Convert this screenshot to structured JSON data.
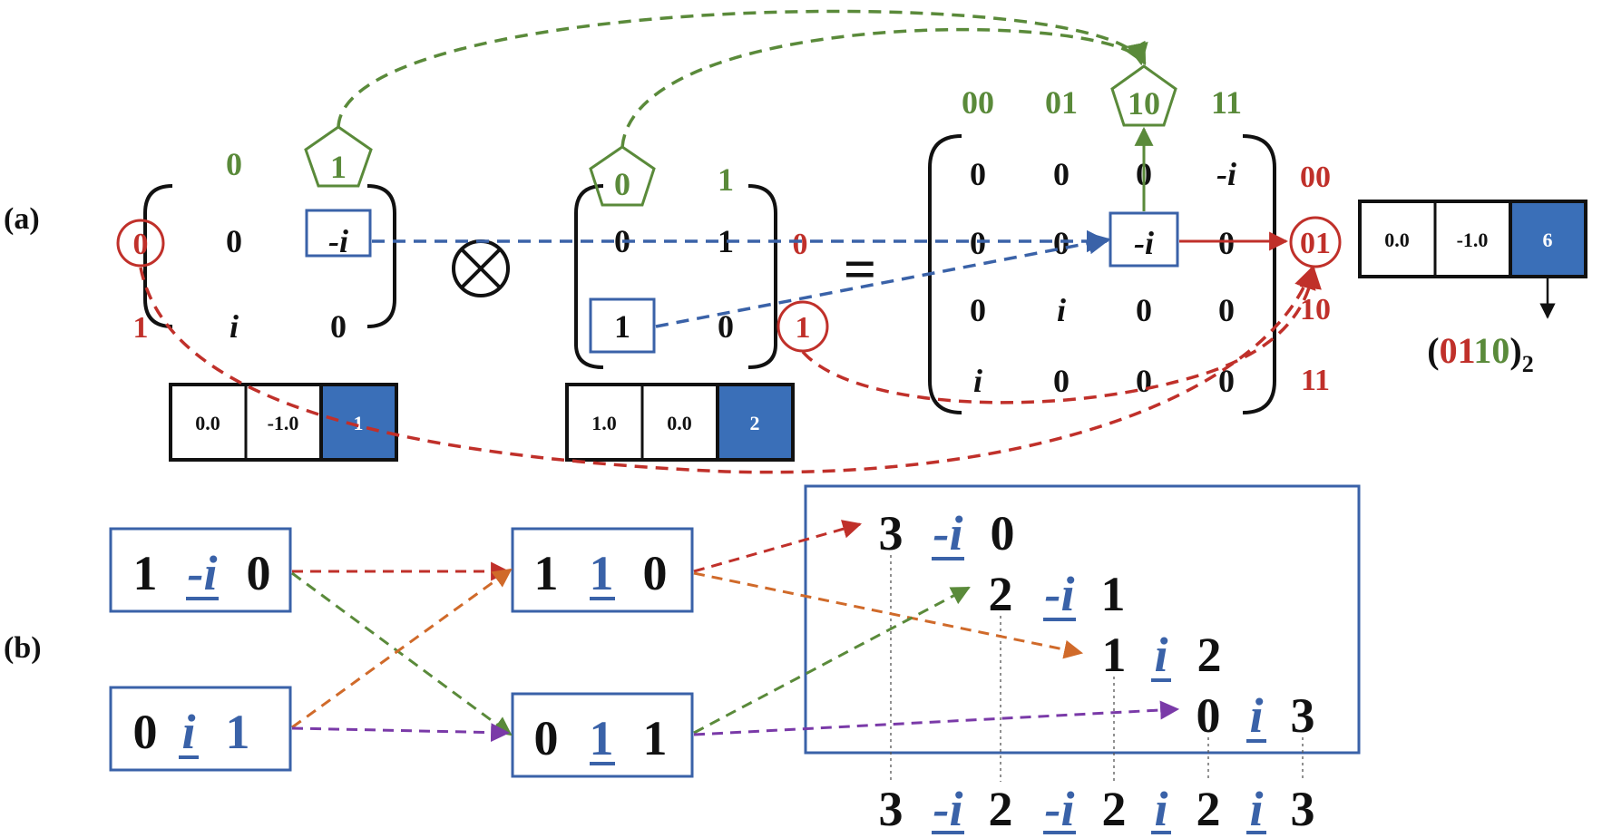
{
  "panel_labels": {
    "a": "(a)",
    "b": "(b)"
  },
  "colors": {
    "green": "#5a8a3a",
    "red": "#c0302a",
    "blue": "#3a62a8",
    "orange": "#d06a2a",
    "purple": "#7a3aa8",
    "black": "#111111",
    "fill_blue": "#3a6fb8"
  },
  "part_a": {
    "operator": "⊗",
    "equals": "=",
    "matrix1": {
      "col_indices": [
        "0",
        "1"
      ],
      "row_indices": [
        "0",
        "1"
      ],
      "cells": [
        [
          "0",
          "-i"
        ],
        [
          "i",
          "0"
        ]
      ],
      "encoding": [
        "0.0",
        "-1.0",
        "1"
      ]
    },
    "matrix2": {
      "col_indices": [
        "0",
        "1"
      ],
      "row_indices": [
        "0",
        "1"
      ],
      "cells": [
        [
          "0",
          "1"
        ],
        [
          "1",
          "0"
        ]
      ],
      "encoding": [
        "1.0",
        "0.0",
        "2"
      ]
    },
    "result": {
      "col_indices": [
        "00",
        "01",
        "10",
        "11"
      ],
      "row_indices": [
        "00",
        "01",
        "10",
        "11"
      ],
      "cells": [
        [
          "0",
          "0",
          "0",
          "-i"
        ],
        [
          "0",
          "0",
          "-i",
          "0"
        ],
        [
          "0",
          "i",
          "0",
          "0"
        ],
        [
          "i",
          "0",
          "0",
          "0"
        ]
      ],
      "encoding": [
        "0.0",
        "-1.0",
        "6"
      ],
      "binary": {
        "open": "(",
        "red_part": "01",
        "green_part": "10",
        "close": ")",
        "subscript": "2"
      }
    }
  },
  "part_b": {
    "left_triples": [
      [
        "1",
        "-i",
        "0"
      ],
      [
        "0",
        "i",
        "1"
      ]
    ],
    "middle_triples": [
      [
        "1",
        "1",
        "0"
      ],
      [
        "0",
        "1",
        "1"
      ]
    ],
    "result_triples": [
      [
        "3",
        "-i",
        "0"
      ],
      [
        "2",
        "-i",
        "1"
      ],
      [
        "1",
        "i",
        "2"
      ],
      [
        "0",
        "i",
        "3"
      ]
    ],
    "bottom_sequence": [
      "3",
      "-i",
      "2",
      "-i",
      "2",
      "i",
      "2",
      "i",
      "3"
    ]
  }
}
